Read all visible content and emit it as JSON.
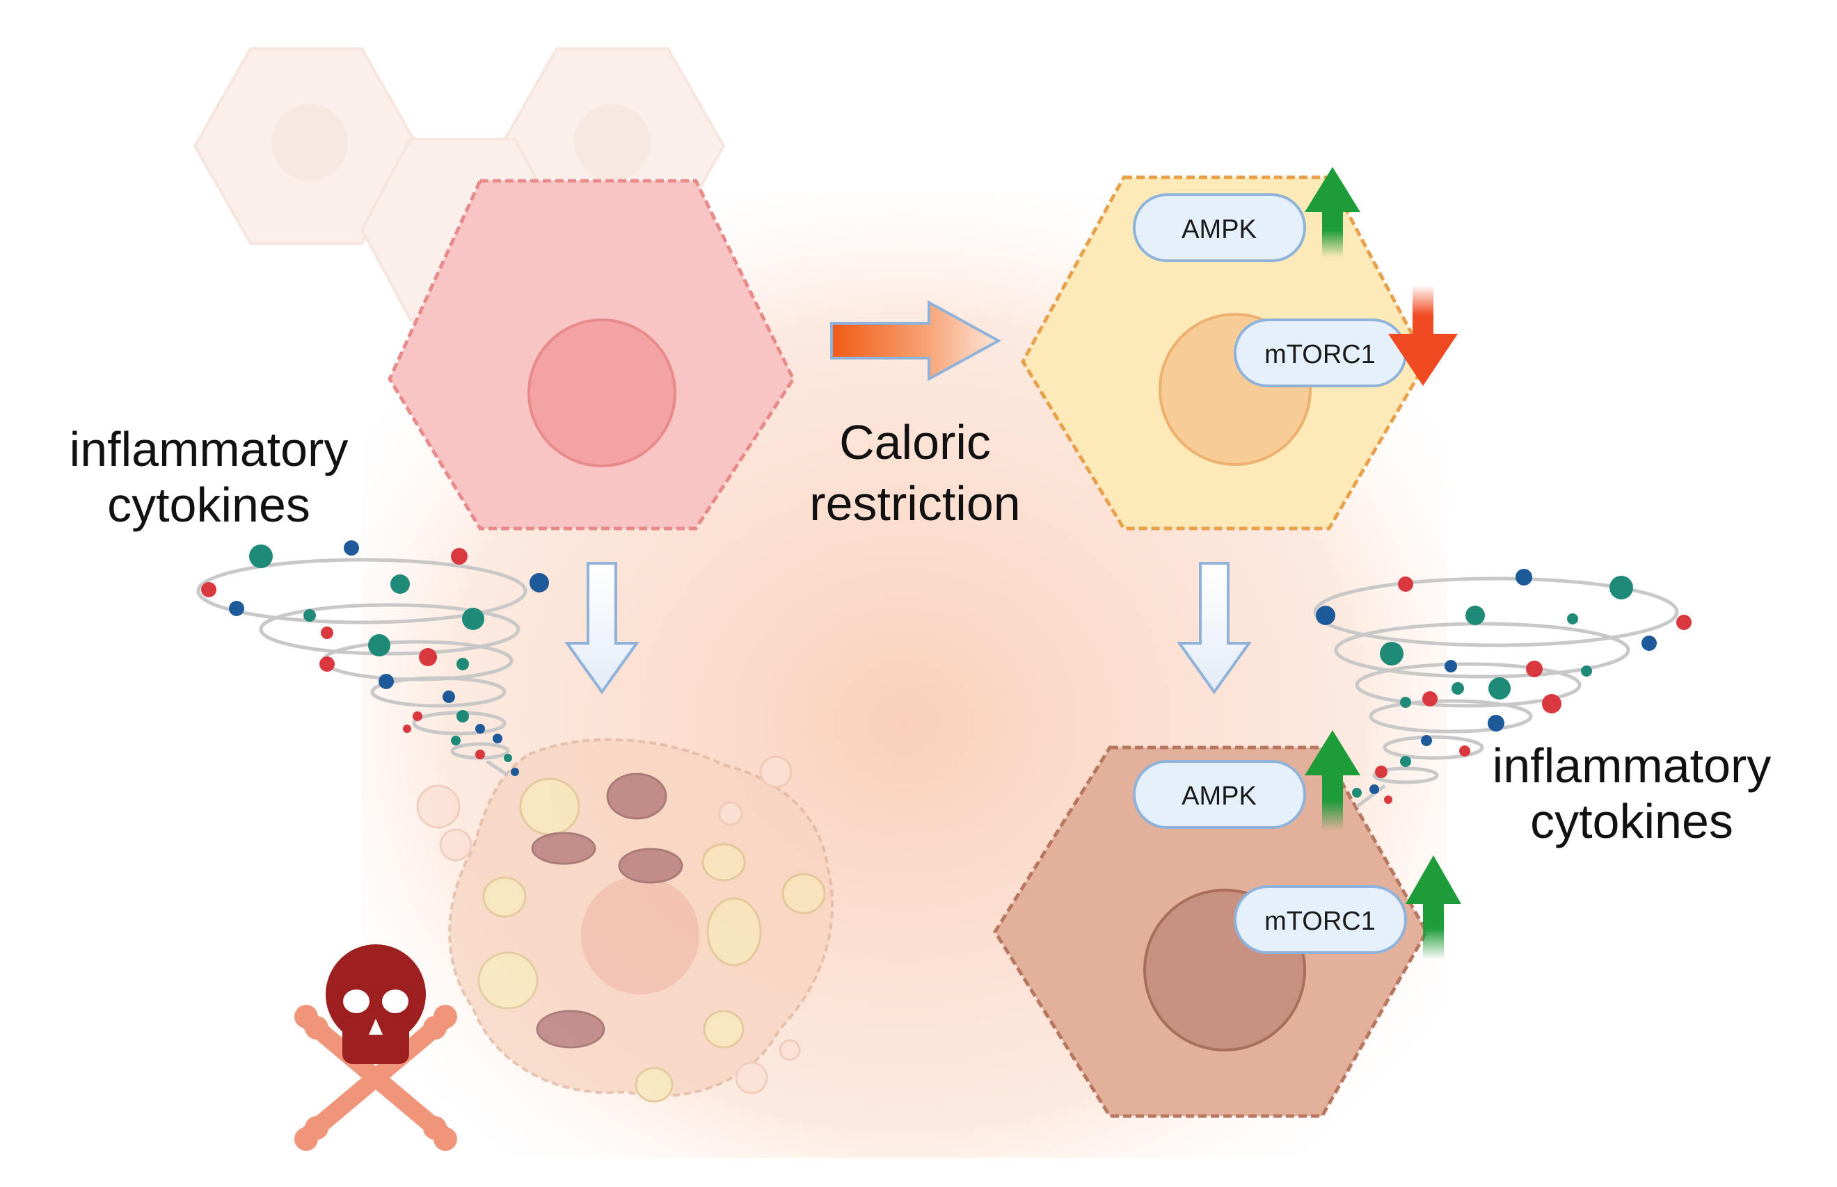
{
  "labels": {
    "inflammatory_left_line1": "inflammatory",
    "inflammatory_left_line2": "cytokines",
    "caloric_line1": "Caloric",
    "caloric_line2": "restriction",
    "inflammatory_right_line1": "inflammatory",
    "inflammatory_right_line2": "cytokines",
    "ampk_top": "AMPK",
    "mtorc1_top": "mTORC1",
    "ampk_bottom": "AMPK",
    "mtorc1_bottom": "mTORC1"
  },
  "colors": {
    "cell_pink": "#f9c4c4",
    "cell_pink_stroke": "#e88a8a",
    "cell_yellow": "#fdeab8",
    "cell_yellow_stroke": "#e8a04a",
    "cell_brown": "#e3b09c",
    "cell_brown_stroke": "#b87860",
    "arrow_up": "#1e9c3a",
    "arrow_down": "#f04a22",
    "skull": "#9e1f1f",
    "bones": "#f0957a",
    "pill_fill": "#e6f0fb",
    "pill_stroke": "#8fb2da"
  }
}
